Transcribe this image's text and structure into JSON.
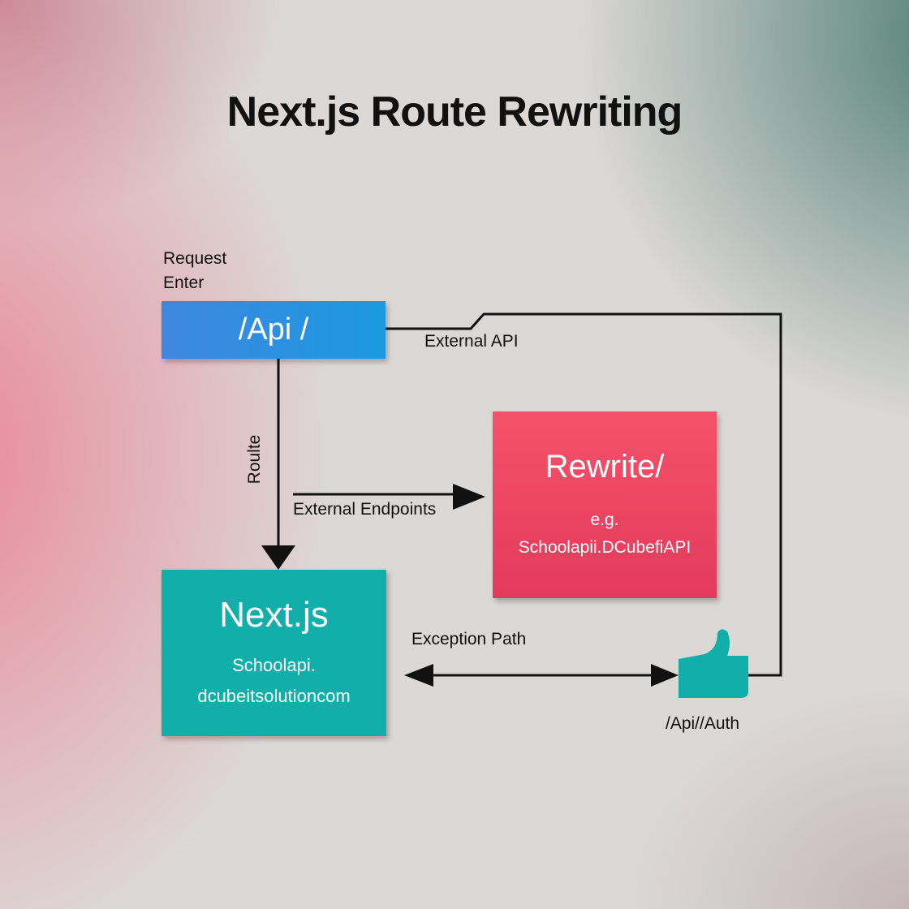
{
  "title": "Next.js Route Rewriting",
  "labels": {
    "request_line1": "Request",
    "request_line2": "Enter",
    "external_api": "External API",
    "route": "Roulte",
    "external_endpoints": "External Endpoints",
    "exception_path": "Exception Path",
    "api_auth": "/Api//Auth"
  },
  "nodes": {
    "api": {
      "label": "/Api /",
      "color": "#2a8fe0"
    },
    "rewrite": {
      "title": "Rewrite/",
      "line1": "e.g.",
      "line2": "Schoolapii.DCubefiAPI",
      "color": "#ef4565"
    },
    "nextjs": {
      "title": "Next.js",
      "line1": "Schoolapi.",
      "line2": "dcubeitsolutioncom",
      "color": "#12aeaa"
    },
    "auth_icon": {
      "icon": "thumbs-up-icon",
      "color": "#12aeaa"
    }
  }
}
